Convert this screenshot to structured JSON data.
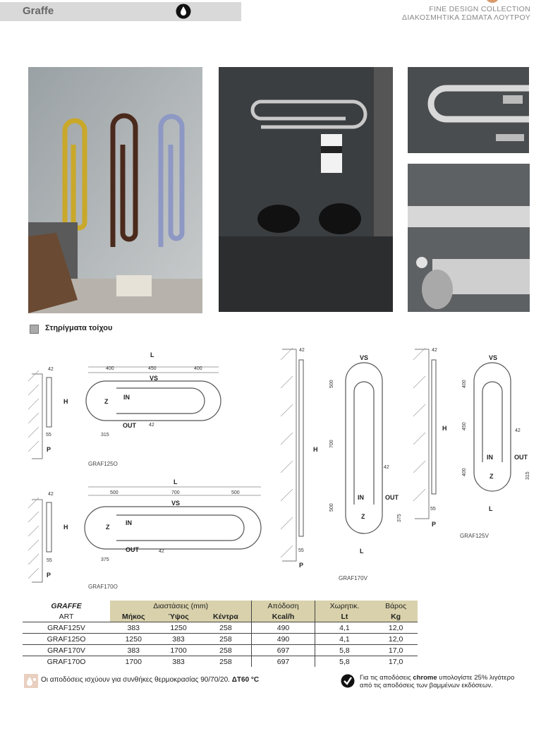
{
  "header": {
    "title": "Graffe",
    "collection_line1": "FINE DESIGN COLLECTION",
    "collection_line2": "ΔΙΑΚΟΣΜΗΤΙΚΑ ΣΩΜΑΤΑ ΛΟΥΤΡΟΥ",
    "icon": "water-drop-icon"
  },
  "legend": {
    "label": "Στηρίγματα τοίχου",
    "color": "#aaaaaa"
  },
  "drawings": {
    "graf125o": {
      "model": "GRAF125O",
      "L": "L",
      "d1": "400",
      "d2": "450",
      "d3": "400",
      "vs": "VS",
      "h": "H",
      "z": "Z",
      "in": "IN",
      "out": "OUT",
      "d42a": "42",
      "d42b": "42",
      "d55": "55",
      "p": "P",
      "d315": "315"
    },
    "graf170o": {
      "model": "GRAF170O",
      "L": "L",
      "d1": "500",
      "d2": "700",
      "d3": "500",
      "vs": "VS",
      "h": "H",
      "z": "Z",
      "in": "IN",
      "out": "OUT",
      "d42a": "42",
      "d42b": "42",
      "d55": "55",
      "p": "P",
      "d375": "375"
    },
    "graf170v": {
      "model": "GRAF170V",
      "vs": "VS",
      "h": "H",
      "z": "Z",
      "in": "IN",
      "out": "OUT",
      "d500a": "500",
      "d700": "700",
      "d500b": "500",
      "d42a": "42",
      "d42b": "42",
      "d55": "55",
      "p": "P",
      "l": "L",
      "d375": "375"
    },
    "graf125v": {
      "model": "GRAF125V",
      "vs": "VS",
      "h": "H",
      "z": "Z",
      "in": "IN",
      "out": "OUT",
      "d400a": "400",
      "d450": "450",
      "d400b": "400",
      "d42a": "42",
      "d42b": "42",
      "d55": "55",
      "p": "P",
      "l": "L",
      "d315": "315"
    }
  },
  "table": {
    "brand": "GRAFFE",
    "group_dims": "Διαστάσεις (mm)",
    "col_output": "Απόδοση",
    "col_capacity": "Χωρητικ.",
    "col_weight": "Βάρος",
    "art": "ART",
    "sub_length": "Μήκος",
    "sub_height": "Ύψος",
    "sub_centers": "Κέντρα",
    "unit_output": "Kcal/h",
    "unit_capacity": "Lt",
    "unit_weight": "Kg",
    "rows": [
      {
        "art": "GRAF125V",
        "length": "383",
        "height": "1250",
        "centers": "258",
        "output": "490",
        "capacity": "4,1",
        "weight": "12,0"
      },
      {
        "art": "GRAF125O",
        "length": "1250",
        "height": "383",
        "centers": "258",
        "output": "490",
        "capacity": "4,1",
        "weight": "12,0"
      },
      {
        "art": "GRAF170V",
        "length": "383",
        "height": "1700",
        "centers": "258",
        "output": "697",
        "capacity": "5,8",
        "weight": "17,0"
      },
      {
        "art": "GRAF170O",
        "length": "1700",
        "height": "383",
        "centers": "258",
        "output": "697",
        "capacity": "5,8",
        "weight": "17,0"
      }
    ]
  },
  "notes": {
    "left_text": "Οι αποδόσεις ισχύουν για συνθήκες θερμοκρασίας 90/70/20. ",
    "left_bold": "ΔT60 °C",
    "right_a": "Για τις αποδόσεις ",
    "right_bold": "chrome",
    "right_b": " υπολογίστε 25% λιγότερο",
    "right_line2": "από τις αποδόσεις των βαμμένων εκδόσεων."
  }
}
